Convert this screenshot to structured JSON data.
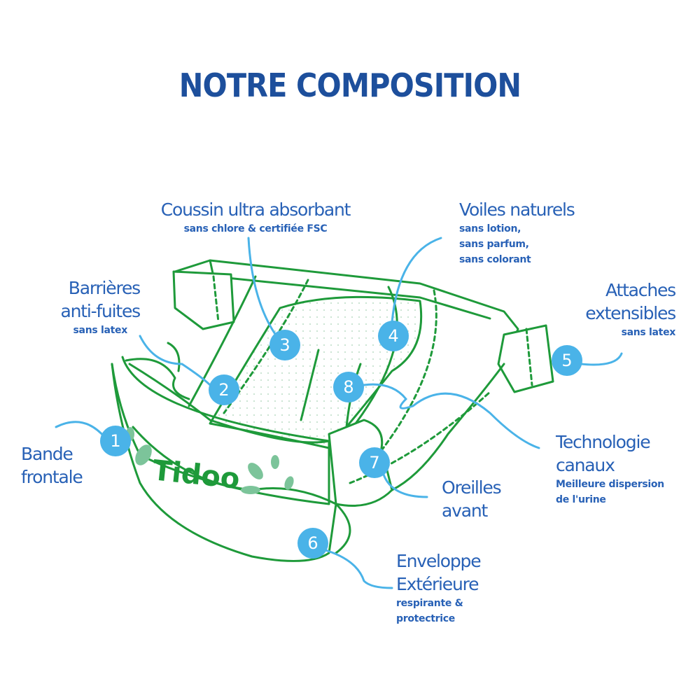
{
  "title": "NOTRE COMPOSITION",
  "brand_logo": "Tidoo",
  "colors": {
    "title": "#1d4f9c",
    "label": "#2861b6",
    "marker": "#4ab3e8",
    "diaper": "#1e9a3a",
    "leaf": "#7cc49a"
  },
  "parts": [
    {
      "number": "1",
      "title_lines": [
        "Bande",
        "frontale"
      ],
      "details": []
    },
    {
      "number": "2",
      "title_lines": [
        "Barrières",
        "anti-fuites"
      ],
      "details": [
        "sans latex"
      ]
    },
    {
      "number": "3",
      "title_lines": [
        "Coussin ultra absorbant"
      ],
      "details": [
        "sans chlore & certifiée FSC"
      ]
    },
    {
      "number": "4",
      "title_lines": [
        "Voiles naturels"
      ],
      "details": [
        "sans lotion,",
        "sans parfum,",
        "sans colorant"
      ]
    },
    {
      "number": "5",
      "title_lines": [
        "Attaches",
        "extensibles"
      ],
      "details": [
        "sans latex"
      ]
    },
    {
      "number": "6",
      "title_lines": [
        "Enveloppe",
        "Extérieure"
      ],
      "details": [
        "respirante &",
        "protectrice"
      ]
    },
    {
      "number": "7",
      "title_lines": [
        "Oreilles",
        "avant"
      ],
      "details": []
    },
    {
      "number": "8",
      "title_lines": [
        "Technologie",
        "canaux"
      ],
      "details": [
        "Meilleure dispersion",
        "de l'urine"
      ]
    }
  ]
}
